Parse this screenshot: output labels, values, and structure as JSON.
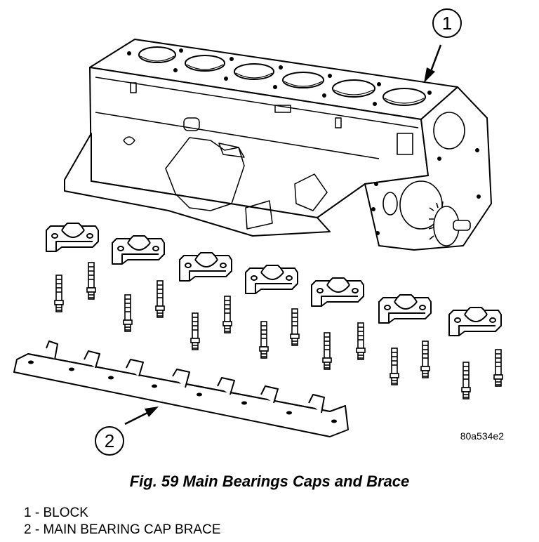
{
  "figure": {
    "code": "80a534e2",
    "caption": "Fig. 59 Main Bearings Caps and Brace"
  },
  "callouts": [
    {
      "number": "1"
    },
    {
      "number": "2"
    }
  ],
  "legend": [
    {
      "text": "1 - BLOCK"
    },
    {
      "text": "2 - MAIN BEARING CAP BRACE"
    }
  ]
}
